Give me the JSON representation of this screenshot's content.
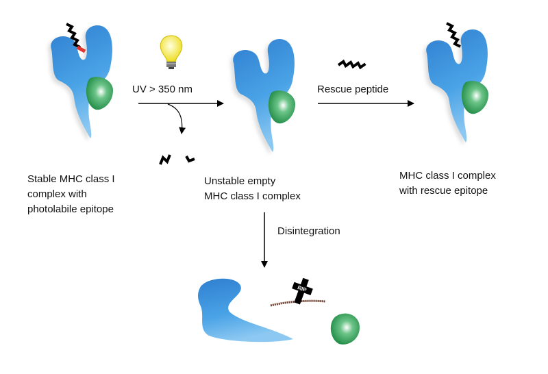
{
  "steps": {
    "uv_label": "UV > 350 nm",
    "rescue_label": "Rescue peptide",
    "disintegration_label": "Disintegration"
  },
  "captions": {
    "stable": [
      "Stable MHC class I",
      "complex with",
      "photolabile epitope"
    ],
    "unstable": [
      "Unstable empty",
      "MHC class I complex"
    ],
    "rescued": [
      "MHC class I complex",
      "with rescue epitope"
    ]
  },
  "tombstone_text": "RIP",
  "colors": {
    "heavy_chain": "#3a8fdc",
    "beta2m": "#2e9a55",
    "photolabile_group": "#e0342c",
    "bulb": "#f3ea3c"
  }
}
